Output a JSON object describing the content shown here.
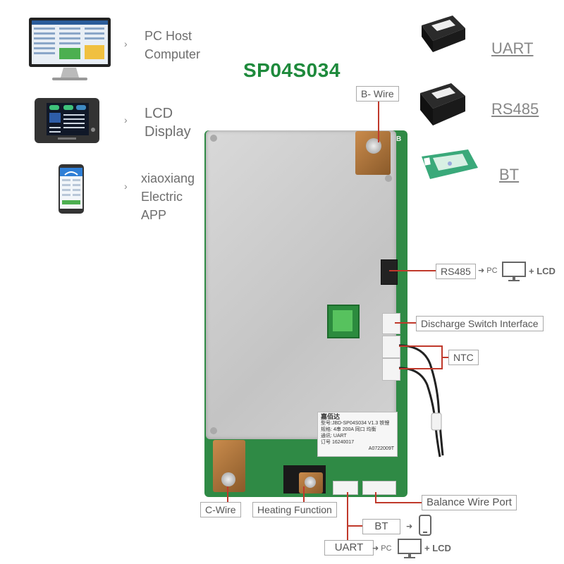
{
  "title": "SP04S034",
  "left_items": [
    {
      "label_lines": [
        "PC Host",
        "Computer"
      ],
      "icon": "monitor-icon"
    },
    {
      "label_lines": [
        "LCD",
        "Display"
      ],
      "icon": "lcd-display-icon"
    },
    {
      "label_lines": [
        "xiaoxiang",
        "Electric",
        "APP"
      ],
      "icon": "smartphone-icon"
    }
  ],
  "right_items": [
    {
      "label": "UART",
      "icon": "uart-module-icon"
    },
    {
      "label": "RS485",
      "icon": "rs485-module-icon"
    },
    {
      "label": "BT",
      "icon": "bt-module-icon"
    }
  ],
  "arrow_glyph": "›",
  "callouts": {
    "b_wire": "B- Wire",
    "rs485": "RS485",
    "discharge": "Discharge Switch Interface",
    "ntc": "NTC",
    "c_wire": "C-Wire",
    "heating": "Heating Function",
    "balance": "Balance Wire Port",
    "bt": "BT",
    "uart": "UART"
  },
  "chain": {
    "pc": "PC",
    "lcd": "LCD",
    "plus": "+",
    "to": "➜"
  },
  "board_label": {
    "brand": "嘉佰达",
    "model": "型号:JBD-SP04S034 V1.3 铁锂",
    "spec": "规格: 4串 200A 同口 均衡",
    "comm": "通讯: UART",
    "serial": "订号 16240017",
    "batch": "A0722009T"
  }
}
